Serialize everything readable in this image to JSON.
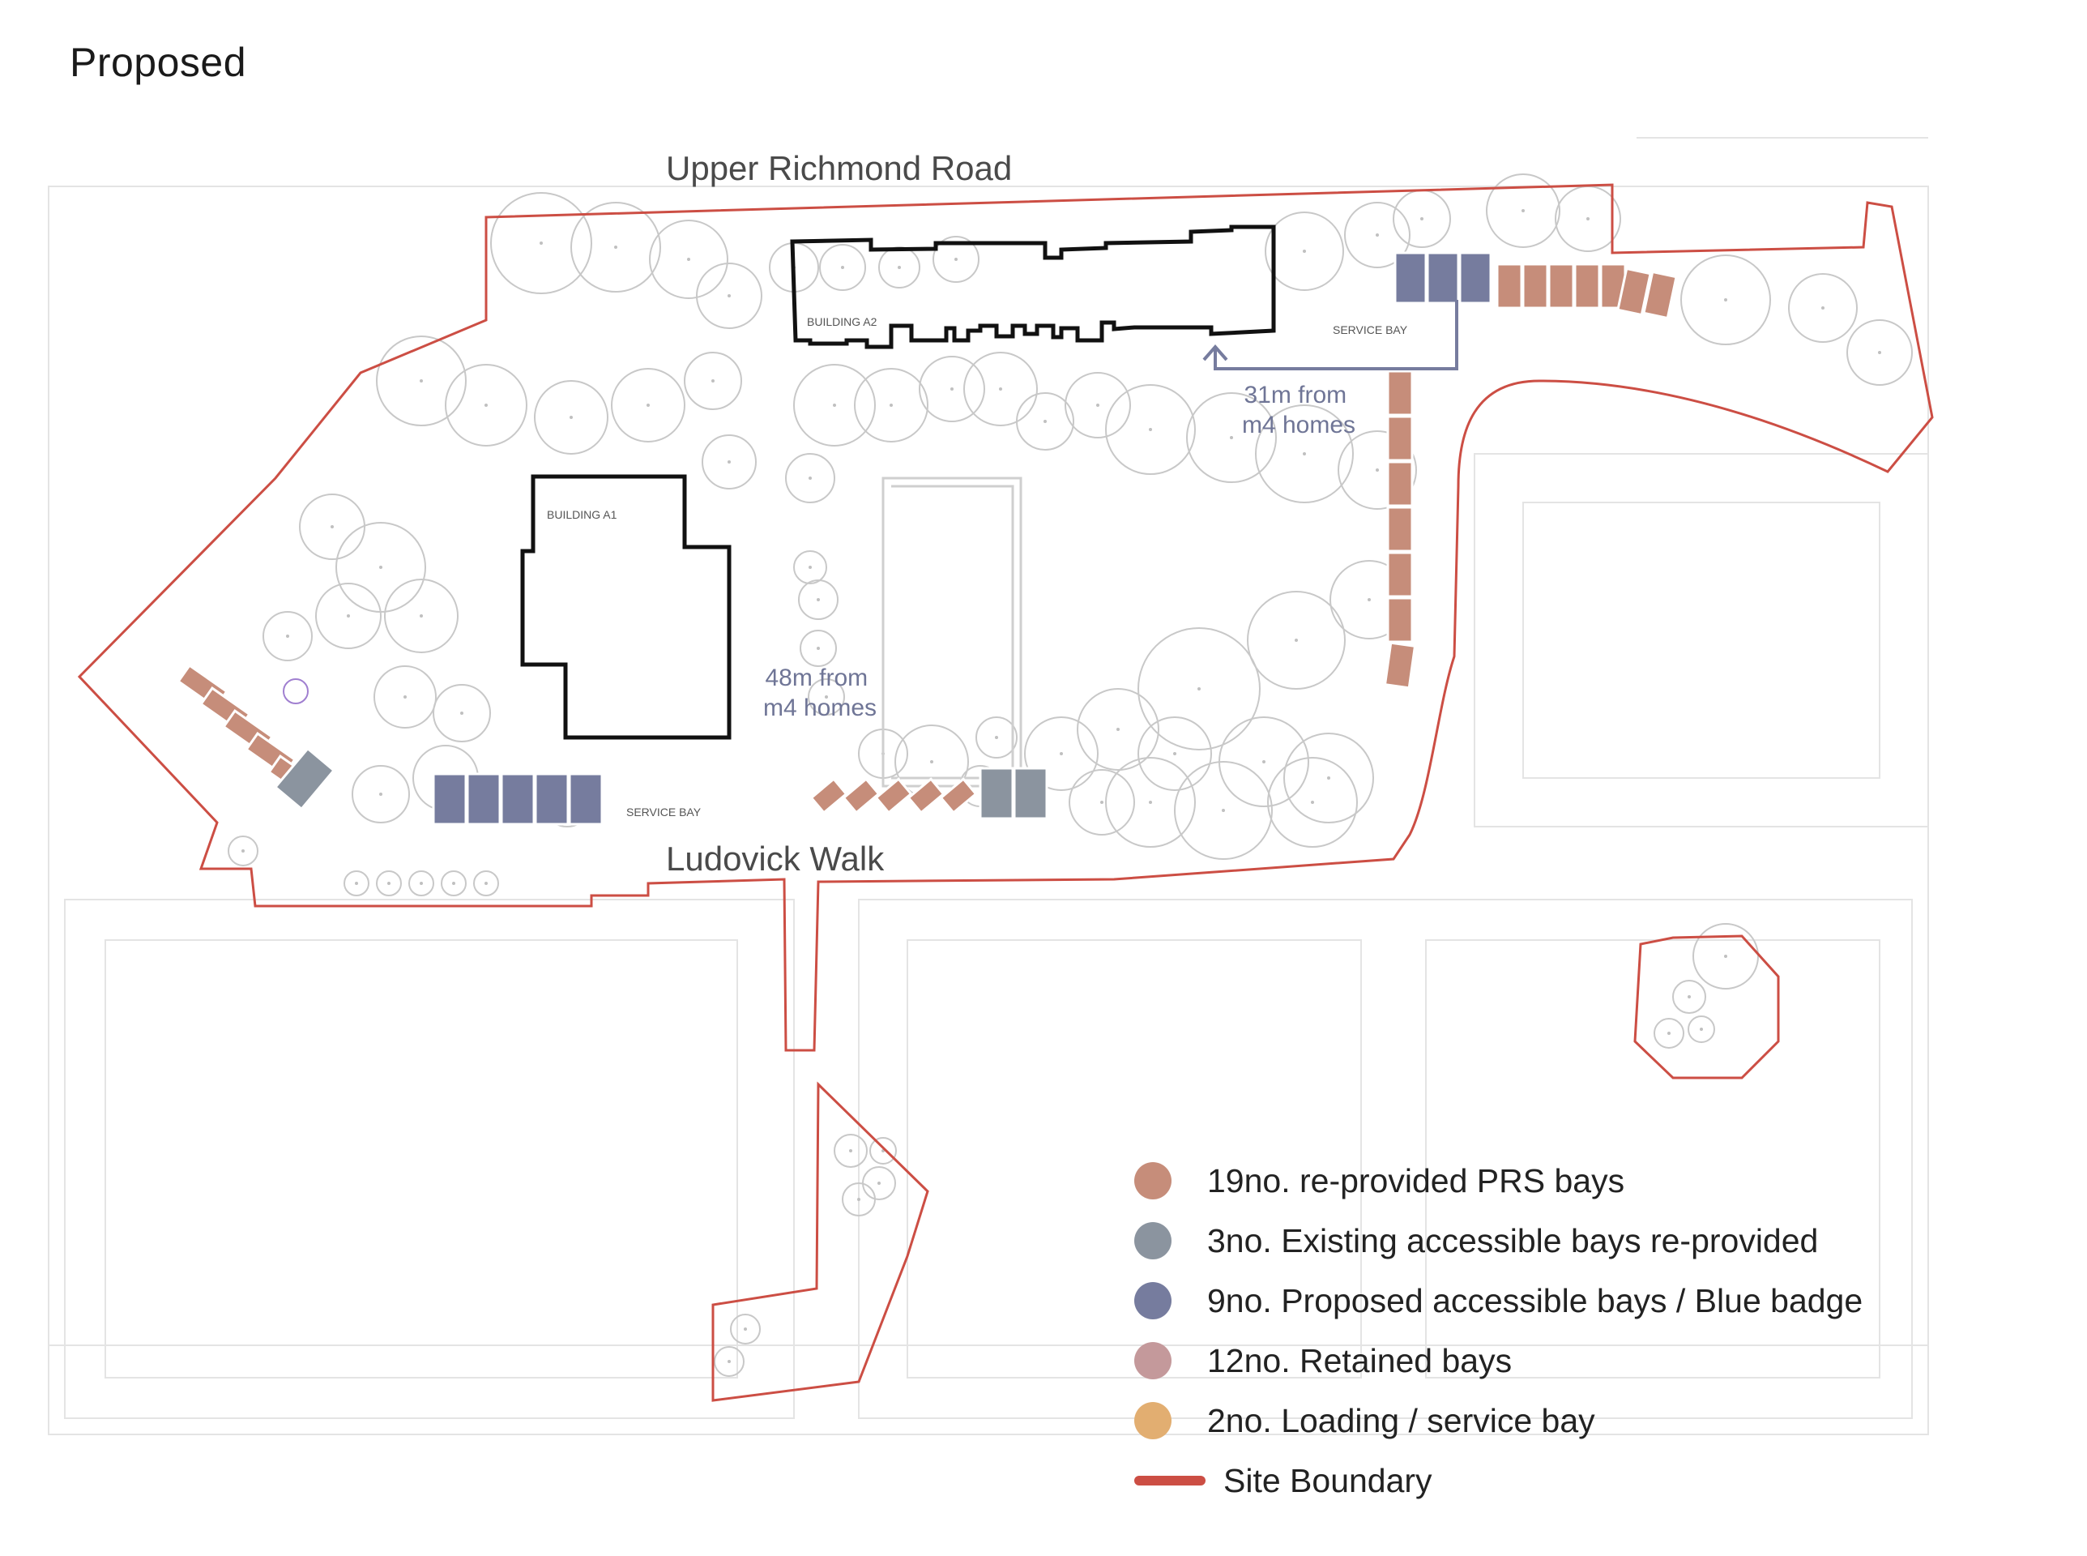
{
  "title": "Proposed",
  "roads": {
    "north": "Upper Richmond Road",
    "south": "Ludovick Walk"
  },
  "buildings": {
    "a1": "BUILDING A1",
    "a2": "BUILDING A2"
  },
  "service_bay_label": "SERVICE BAY",
  "distances": {
    "a2": [
      "31m from",
      "m4 homes"
    ],
    "a1": [
      "48m from",
      "m4 homes"
    ]
  },
  "colors": {
    "prs": "#c68d7a",
    "existing_accessible": "#8b949f",
    "proposed_accessible": "#767c9e",
    "retained": "#c4999b",
    "loading": "#e2ae71",
    "boundary": "#cc4e44"
  },
  "legend": [
    {
      "label": "19no. re-provided PRS bays",
      "color": "#c68d7a"
    },
    {
      "label": "3no. Existing accessible bays re-provided",
      "color": "#8b949f"
    },
    {
      "label": "9no. Proposed accessible bays / Blue badge",
      "color": "#767c9e"
    },
    {
      "label": "12no. Retained bays",
      "color": "#c4999b"
    },
    {
      "label": "2no. Loading / service bay",
      "color": "#e2ae71"
    }
  ],
  "boundary_legend": {
    "label": "Site Boundary",
    "color": "#cc4e44"
  }
}
